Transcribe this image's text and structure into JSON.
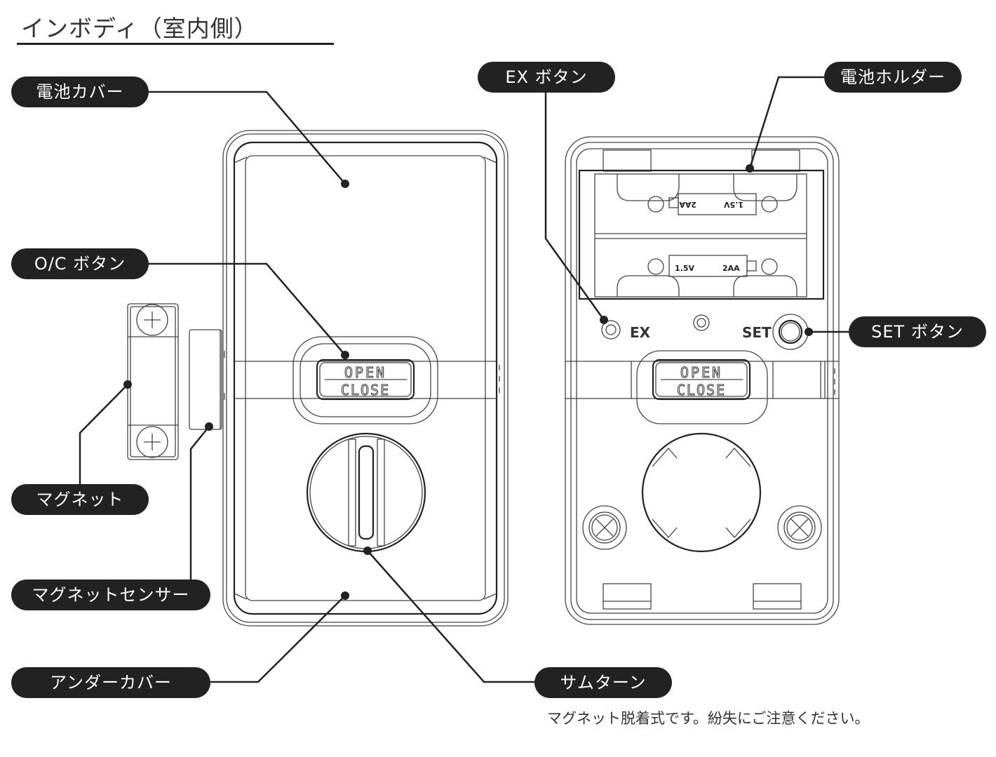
{
  "title": "インボディ（室内側）",
  "labels": {
    "battery_cover": "電池カバー",
    "oc_button": "O/C ボタン",
    "magnet": "マグネット",
    "magnet_sensor": "マグネットセンサー",
    "under_cover": "アンダーカバー",
    "thumb_turn": "サムターン",
    "ex_button": "EX ボタン",
    "battery_holder": "電池ホルダー",
    "set_button": "SET ボタン"
  },
  "device_markings": {
    "open": "OPEN",
    "close": "CLOSE",
    "ex": "EX",
    "set": "SET",
    "battery_voltage": "1.5V",
    "battery_size": "2AA",
    "battery_voltage_flipped": "1.5V",
    "battery_size_flipped": "2AA"
  },
  "note": "マグネット脱着式です。紛失にご注意ください。"
}
